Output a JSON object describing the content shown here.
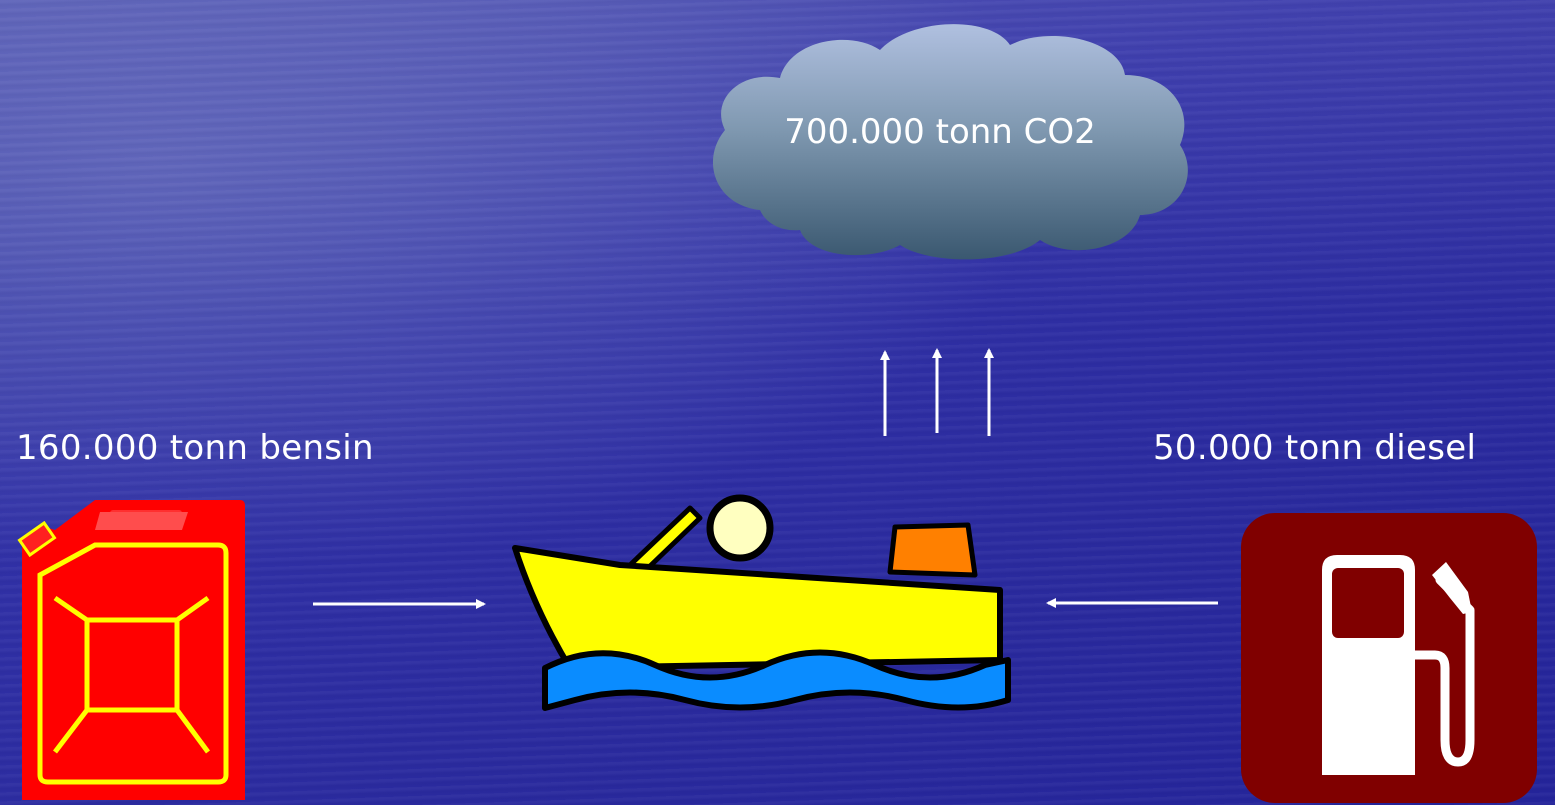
{
  "cloud": {
    "label": "700.000 tonn CO2"
  },
  "sources": {
    "petrol": {
      "label": "160.000 tonn bensin",
      "icon": "jerrycan-icon",
      "color": "#ff0000",
      "accent": "#ffff00"
    },
    "diesel": {
      "label": "50.000 tonn diesel",
      "icon": "fuel-pump-icon",
      "color": "#800000"
    }
  },
  "boat": {
    "icon": "motorboat-icon",
    "hull_color": "#ffff00",
    "water_color": "#0a8cff"
  },
  "colors": {
    "arrow": "#ffffff",
    "cloud_top": "#a8b8d8",
    "cloud_bottom": "#3c5a70"
  }
}
